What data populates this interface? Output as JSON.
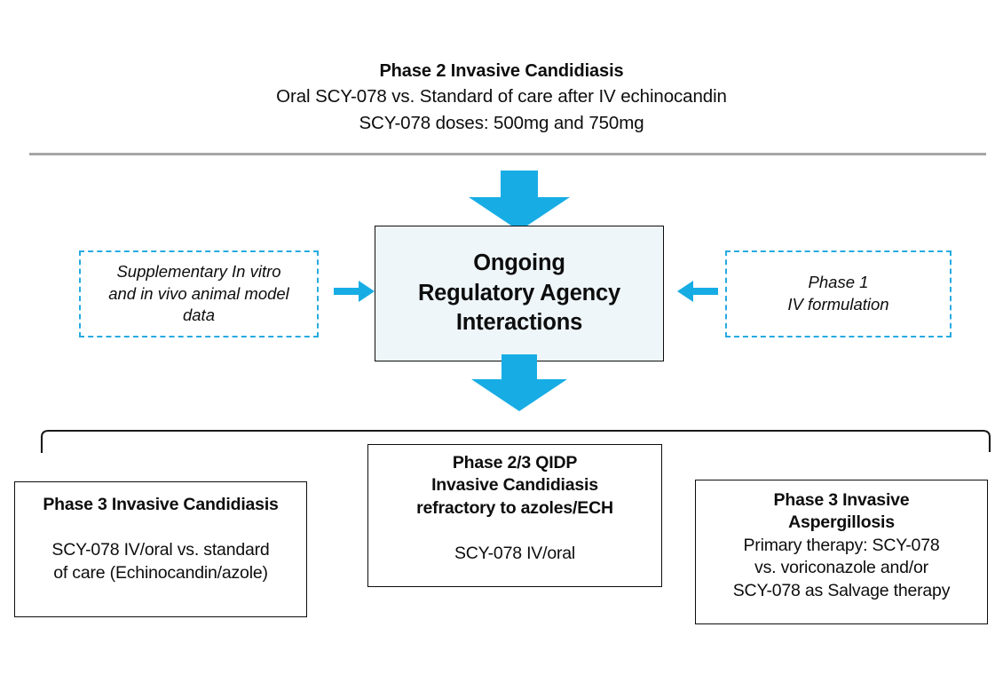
{
  "header": {
    "title": "Phase 2 Invasive Candidiasis",
    "line2": "Oral SCY-078 vs. Standard of care after IV echinocandin",
    "line3": "SCY-078 doses: 500mg and 750mg"
  },
  "center_box": {
    "line1": "Ongoing",
    "line2": "Regulatory Agency",
    "line3": "Interactions",
    "fill_color": "#eef6fa",
    "border_color": "#0d0d0d"
  },
  "left_input": {
    "line1": "Supplementary In vitro",
    "line2": "and in vivo animal model",
    "line3": "data",
    "border_color": "#27aae1",
    "style": "dashed-italic"
  },
  "right_input": {
    "line1": "Phase 1",
    "line2": "IV formulation",
    "border_color": "#27aae1",
    "style": "dashed-italic"
  },
  "arrows": {
    "color": "#17ade4",
    "down_top": "arrow-down-into-center",
    "down_bottom": "arrow-down-out-of-center",
    "left_to_center": "arrow-right",
    "right_to_center": "arrow-left"
  },
  "divider": {
    "color": "#a6a6a6"
  },
  "bracket": {
    "color": "#1a1a1a"
  },
  "bottom_boxes": [
    {
      "title_line1": "Phase 3 Invasive Candidiasis",
      "body_line1": "SCY-078 IV/oral vs. standard",
      "body_line2": "of care (Echinocandin/azole)"
    },
    {
      "title_line1": "Phase 2/3 QIDP",
      "title_line2": "Invasive Candidiasis",
      "title_line3": "refractory to azoles/ECH",
      "body_line1": "SCY-078 IV/oral"
    },
    {
      "title_line1": "Phase 3 Invasive",
      "title_line2": "Aspergillosis",
      "body_line1": "Primary therapy: SCY-078",
      "body_line2": "vs. voriconazole  and/or",
      "body_line3": "SCY-078 as Salvage therapy"
    }
  ]
}
